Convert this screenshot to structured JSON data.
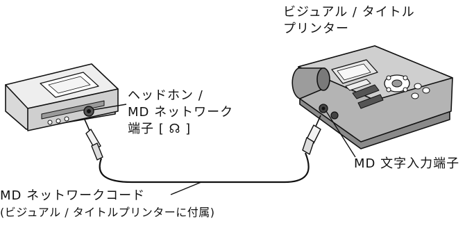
{
  "labels": {
    "printer": {
      "line1": "ビジュアル / タイトル",
      "line2": "プリンター"
    },
    "headphone_jack": {
      "line1": "ヘッドホン /",
      "line2": "MD ネットワーク",
      "line3": "端子 [ ☊ ]"
    },
    "text_input_jack": "MD 文字入力端子",
    "cord": {
      "line1": "MD ネットワークコード",
      "line2": "(ビジュアル / タイトルプリンターに付属)"
    }
  },
  "colors": {
    "line": "#111111",
    "device_light": "#e6e6e6",
    "device_mid": "#b8b8b8",
    "device_dark": "#7a7a7a",
    "screen": "#d9d9d9"
  }
}
